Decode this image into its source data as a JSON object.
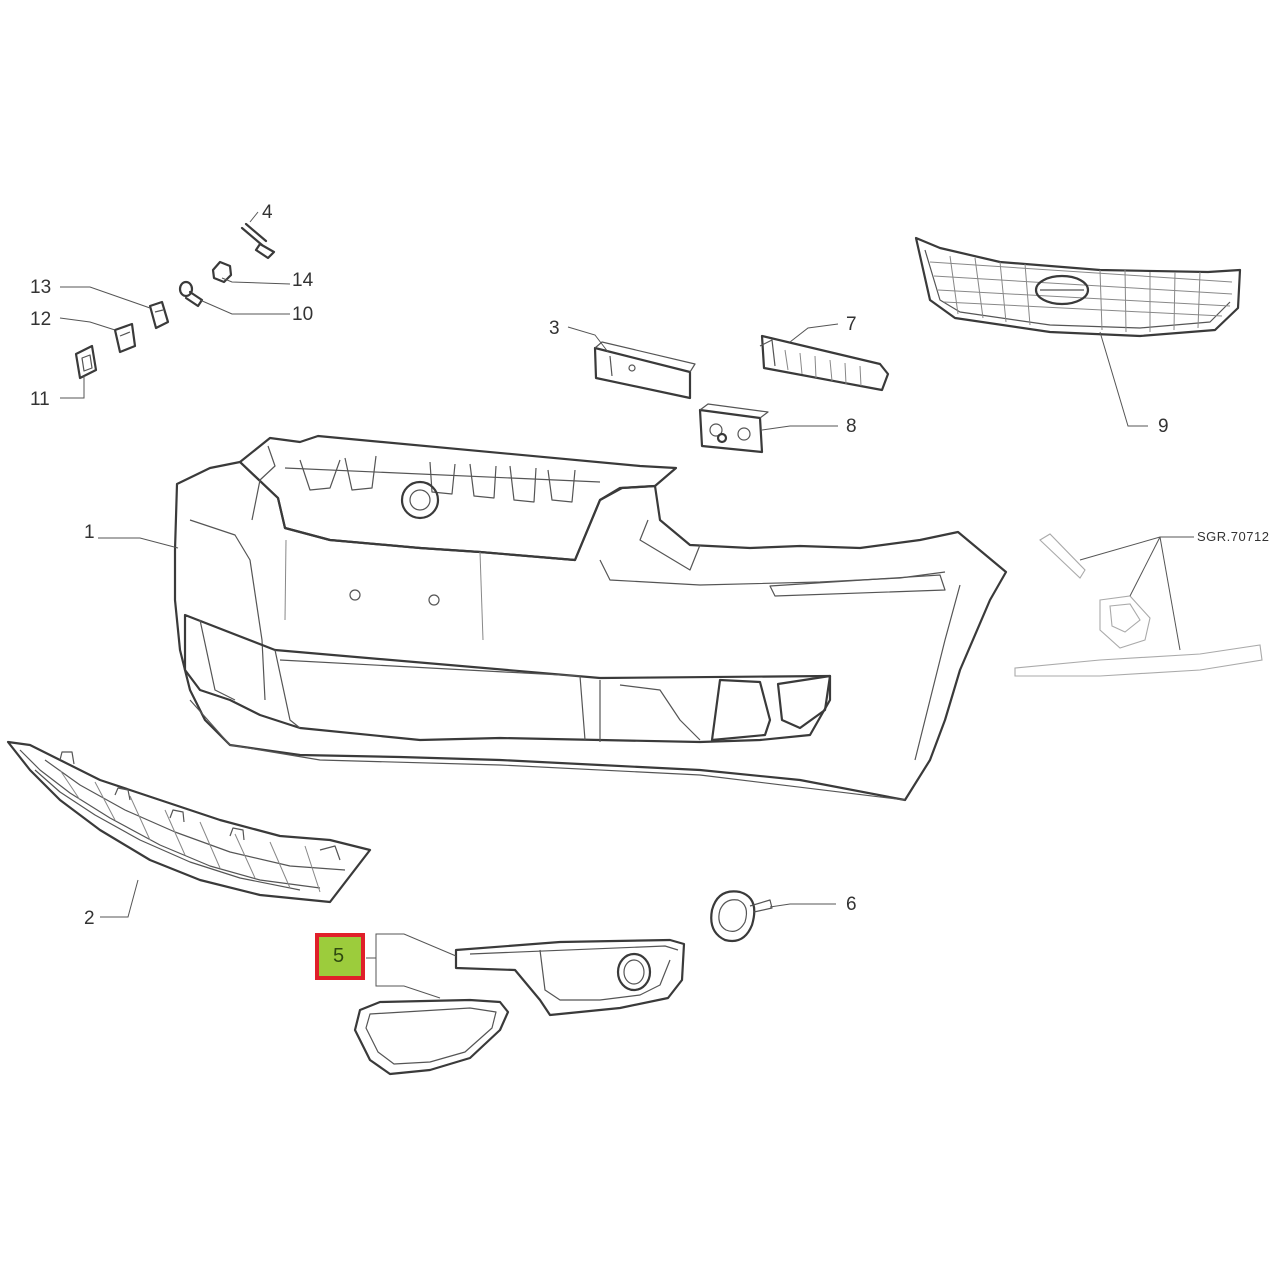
{
  "diagram": {
    "reference": "SGR.70712",
    "colors": {
      "highlight_fill": "#9ccc3c",
      "highlight_border": "#e0202a",
      "line": "#3a3a3a"
    },
    "highlighted_callout": "5",
    "callouts": {
      "c1": "1",
      "c2": "2",
      "c3": "3",
      "c4": "4",
      "c5": "5",
      "c6": "6",
      "c7": "7",
      "c8": "8",
      "c9": "9",
      "c10": "10",
      "c11": "11",
      "c12": "12",
      "c13": "13",
      "c14": "14"
    }
  }
}
